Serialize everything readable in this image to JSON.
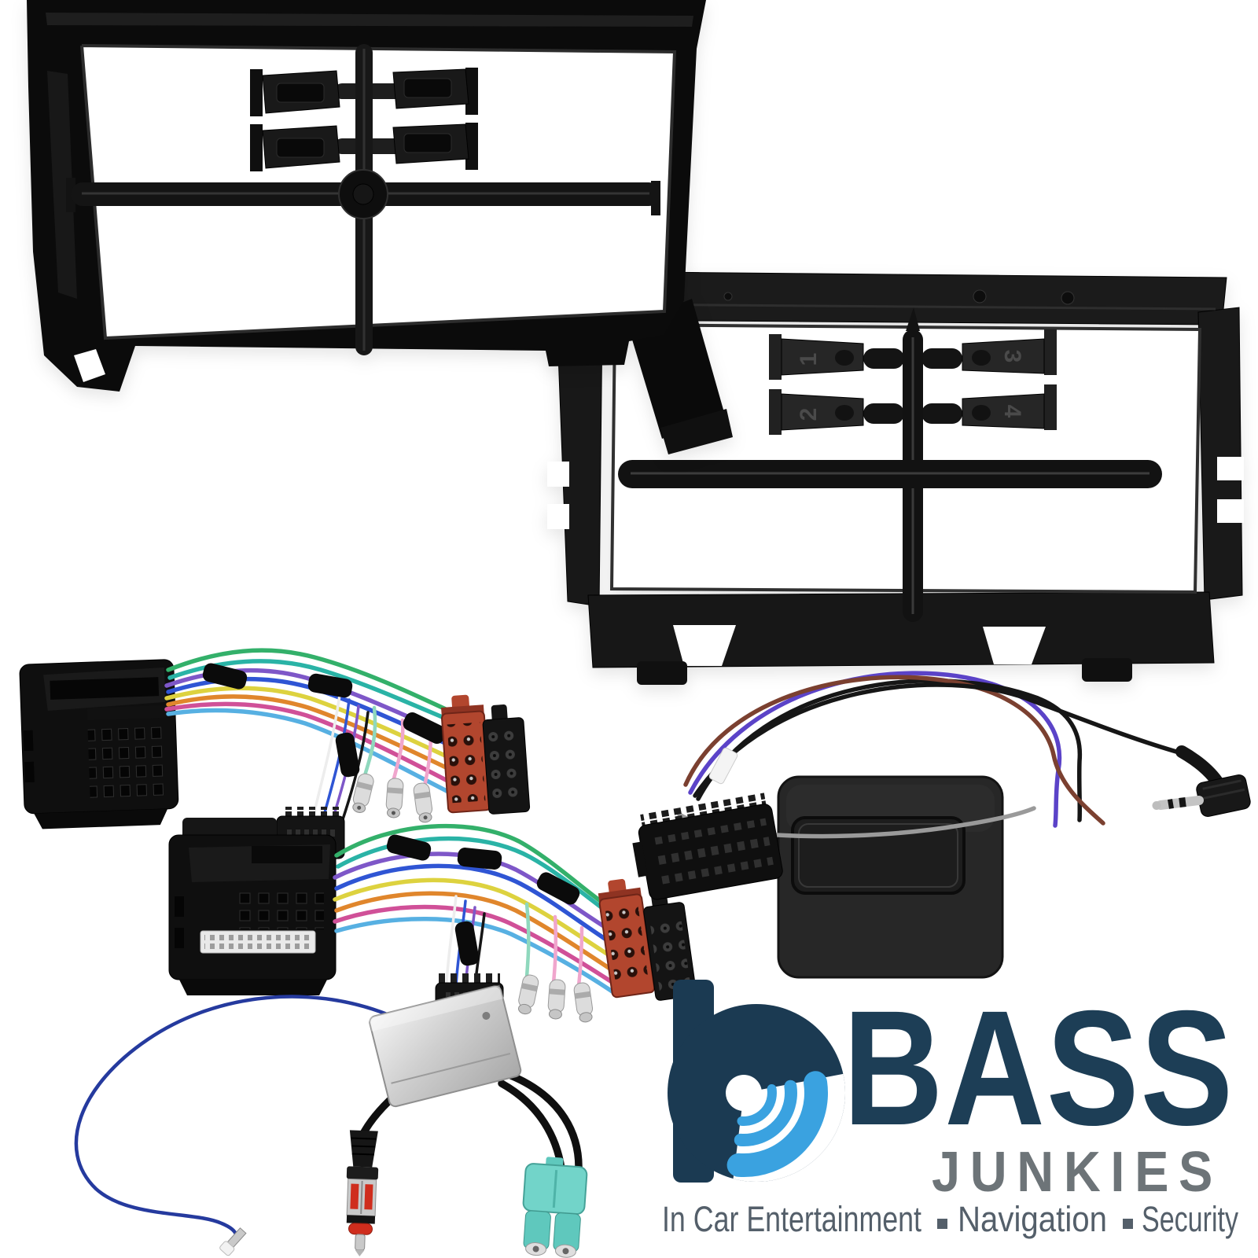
{
  "brand": {
    "logo_mark": {
      "navy": "#1b3a52",
      "blue": "#3aa2e0"
    },
    "name_primary": "BASS",
    "name_secondary": "JUNKIES",
    "name_primary_color": "#1d3e56",
    "name_secondary_color": "#6d7478",
    "tagline": {
      "color": "#545f6a",
      "items": [
        "In Car Entertainment",
        "Navigation",
        "Security"
      ]
    }
  },
  "rear_cage": {
    "clip_labels": [
      "1",
      "2",
      "3",
      "4"
    ]
  },
  "colors": {
    "gloss_plastic": "#0b0b0b",
    "matte_plastic": "#1b1b1b",
    "iso_red": "#b2462e",
    "iso_red_dark": "#8f3322",
    "din_red": "#cf2d1d",
    "fakra_teal": "#72d4c9",
    "fakra_teal_dark": "#5fc8bd",
    "amp_silver": "#d6d6d6",
    "terminal_silver": "#dcdcdc",
    "wires": {
      "green": "#33b06a",
      "teal": "#2ab3a6",
      "mint": "#8fd8bd",
      "sky": "#57b0e2",
      "blue": "#2f55d4",
      "violet": "#5b43c8",
      "purple": "#7e57c8",
      "yellow": "#ddd23f",
      "orange": "#e0862c",
      "magenta": "#d05098",
      "pink": "#f0a6cd",
      "white": "#ededed",
      "gray": "#9a9a9a",
      "black": "#161616",
      "brown": "#7b4030",
      "navy_blue": "#253a9e"
    }
  }
}
